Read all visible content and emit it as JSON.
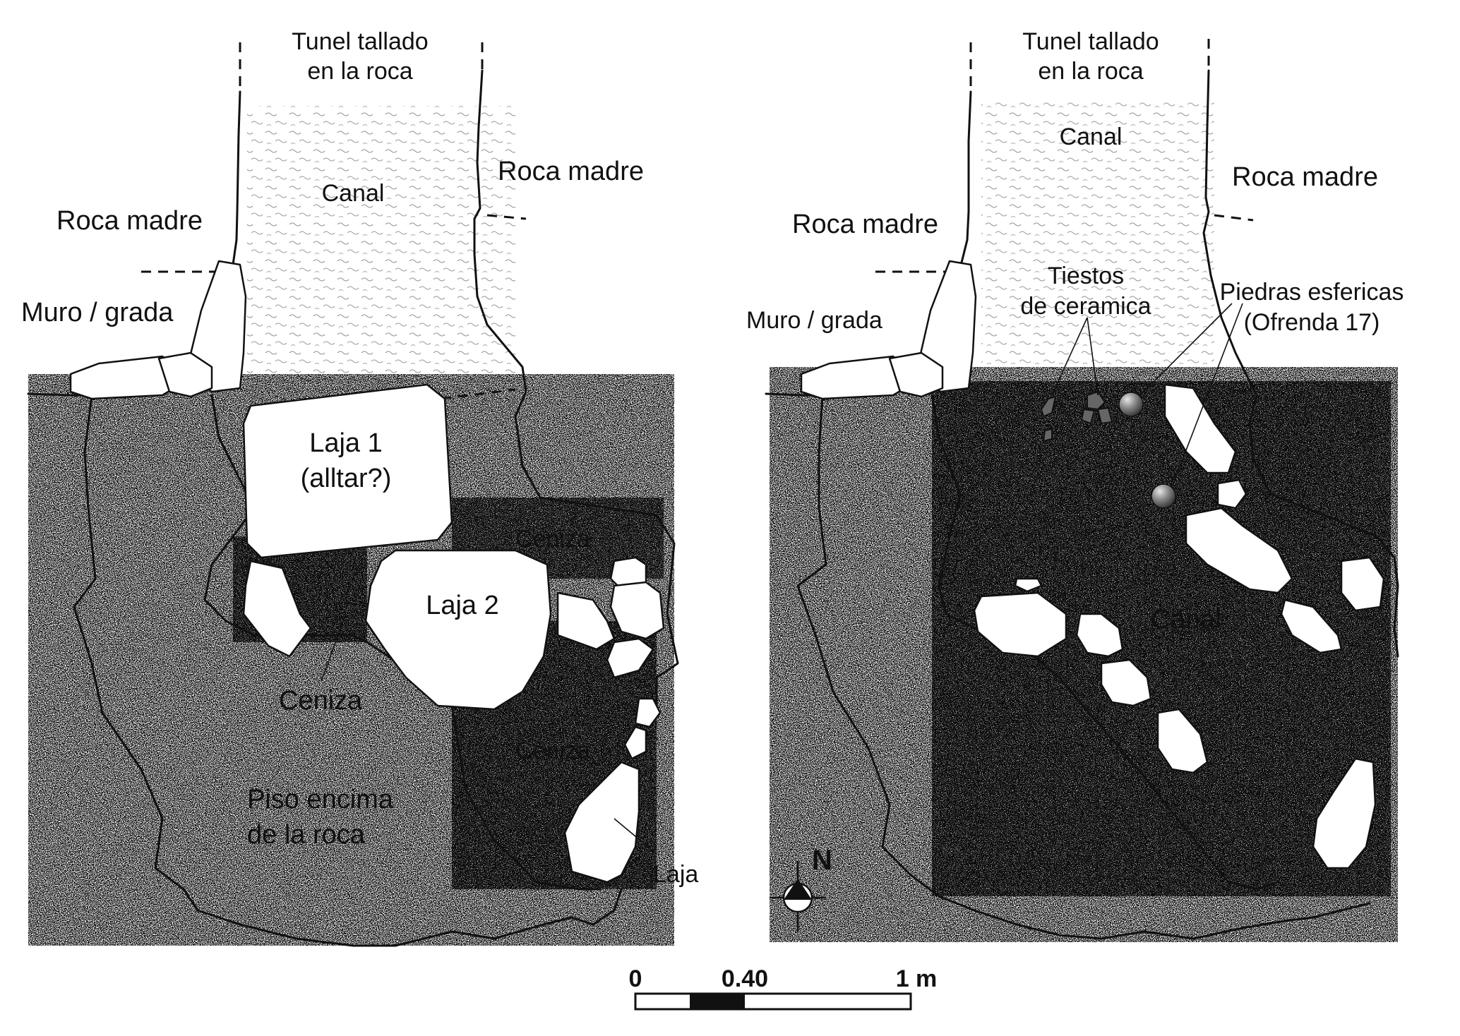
{
  "left_plan": {
    "tunnel_label_1": "Tunel tallado",
    "tunnel_label_2": "en la roca",
    "canal": "Canal",
    "roca_madre_right": "Roca madre",
    "roca_madre_left": "Roca madre",
    "muro_grada": "Muro / grada",
    "laja1_line1": "Laja 1",
    "laja1_line2": "(alltar?)",
    "laja2": "Laja 2",
    "ceniza_ne": "Ceniza",
    "ceniza_w": "Ceniza",
    "ceniza_se": "Ceniza",
    "piso_line1": "Piso encima",
    "piso_line2": "de la roca",
    "laja": "Laja"
  },
  "right_plan": {
    "tunnel_label_1": "Tunel tallado",
    "tunnel_label_2": "en la roca",
    "canal_top": "Canal",
    "roca_madre_right": "Roca madre",
    "roca_madre_left": "Roca madre",
    "muro_grada": "Muro / grada",
    "tiestos_1": "Tiestos",
    "tiestos_2": "de ceramica",
    "piedras_1": "Piedras esfericas",
    "piedras_2": "(Ofrenda 17)",
    "canal_mid": "Canal"
  },
  "north_arrow": {
    "label": "N"
  },
  "scale_bar": {
    "tick_0": "0",
    "tick_mid": "0.40",
    "tick_end": "1 m"
  }
}
